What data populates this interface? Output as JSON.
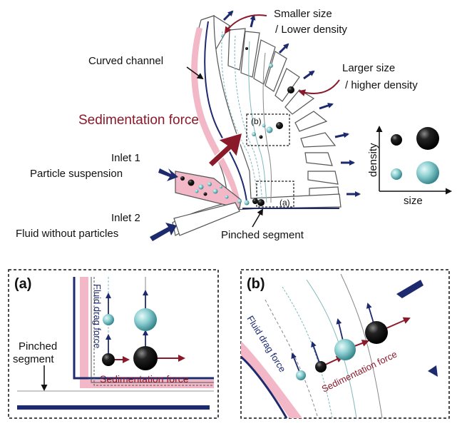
{
  "top": {
    "smaller_size": "Smaller size",
    "lower_density": "/ Lower density",
    "larger_size": "Larger size",
    "higher_density": "/ higher density",
    "curved_channel": "Curved channel",
    "sedimentation_force": "Sedimentation force",
    "inlet1_title": "Inlet 1",
    "inlet1_desc": "Particle suspension",
    "inlet2_title": "Inlet 2",
    "inlet2_desc": "Fluid without particles",
    "pinched_segment": "Pinched segment",
    "marker_a": "(a)",
    "marker_b": "(b)"
  },
  "legend": {
    "x_label": "size",
    "y_label": "density"
  },
  "panel_a": {
    "label": "(a)",
    "fluid_drag_force": "Fluid drag force",
    "pinched": "Pinched",
    "segment": "segment",
    "sedimentation_force": "Sedimentation force"
  },
  "panel_b": {
    "label": "(b)",
    "fluid_drag_force": "Fluid drag force",
    "sedimentation_force": "Sedimentation force"
  },
  "colors": {
    "navy": "#1e2a6e",
    "dark_red": "#7a1220",
    "pink": "#f2b8c8",
    "teal": "#7fc7c9",
    "black": "#111111"
  }
}
